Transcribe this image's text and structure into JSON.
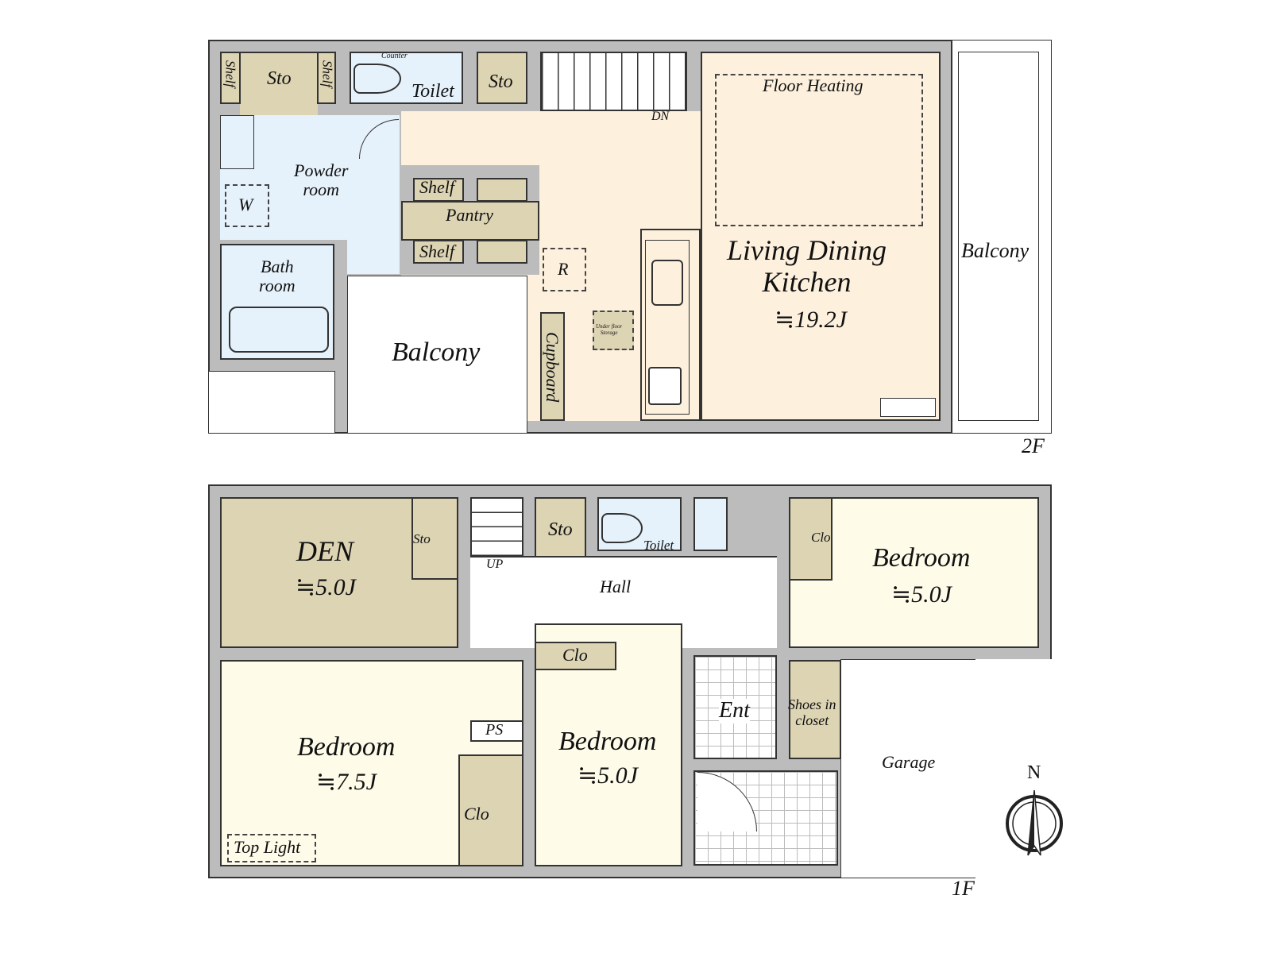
{
  "floor2": {
    "label": "2F",
    "rooms": {
      "sto_left": "Sto",
      "shelf_a": "Shelf",
      "shelf_b": "Shelf",
      "counter": "Counter",
      "toilet": "Toilet",
      "sto_right": "Sto",
      "stairs_dn": "DN",
      "floor_heating": "Floor Heating",
      "powder": "Powder\nroom",
      "washer": "W",
      "shelf_top": "Shelf",
      "pantry": "Pantry",
      "shelf_bottom": "Shelf",
      "refrigerator": "R",
      "bath": "Bath\nroom",
      "balcony_left": "Balcony",
      "cupboard": "Cupboard",
      "underfloor": "Under floor\nStorage",
      "ldk_name": "Living Dining\nKitchen",
      "ldk_size": "≒19.2J",
      "balcony_right": "Balcony"
    }
  },
  "floor1": {
    "label": "1F",
    "rooms": {
      "den_name": "DEN",
      "den_size": "≒5.0J",
      "den_sto": "Sto",
      "stairs_up": "UP",
      "sto": "Sto",
      "toilet": "Toilet",
      "hall": "Hall",
      "bedroom_right_name": "Bedroom",
      "bedroom_right_size": "≒5.0J",
      "clo_right": "Clo",
      "bedroom_left_name": "Bedroom",
      "bedroom_left_size": "≒7.5J",
      "ps": "PS",
      "clo_left": "Clo",
      "top_light": "Top Light",
      "clo_mid": "Clo",
      "bedroom_mid_name": "Bedroom",
      "bedroom_mid_size": "≒5.0J",
      "ent": "Ent",
      "shoes": "Shoes in\ncloset",
      "garage": "Garage"
    }
  },
  "compass": {
    "north": "N"
  }
}
